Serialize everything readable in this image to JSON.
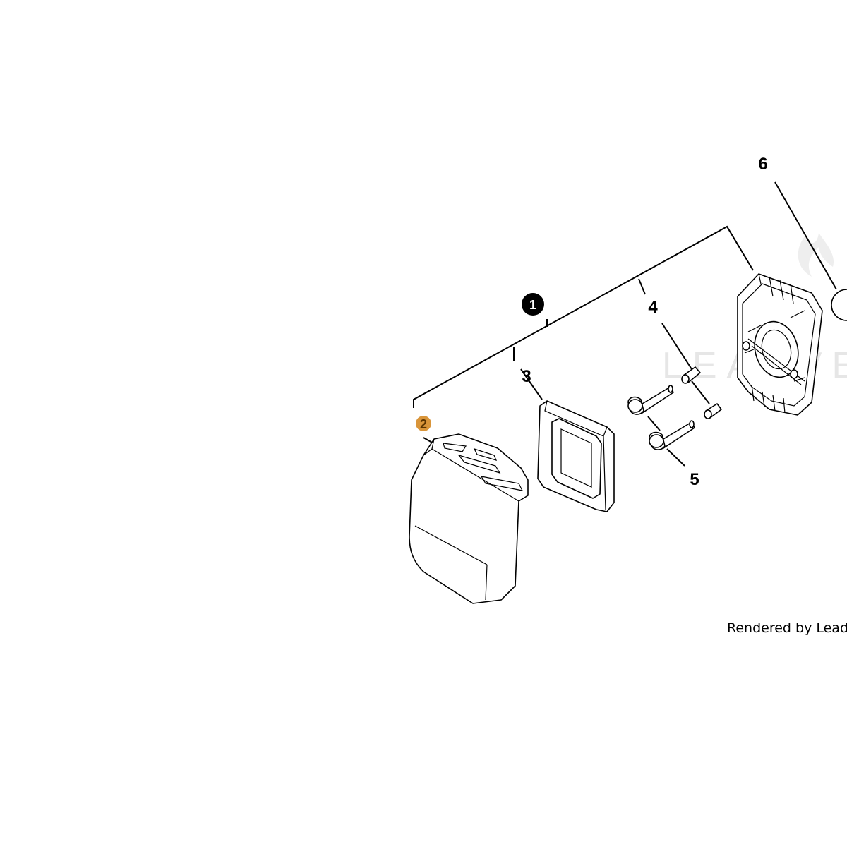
{
  "callouts": {
    "c1": "1",
    "c2": "2",
    "c3": "3",
    "c4": "4",
    "c5": "5",
    "c6": "6"
  },
  "watermark": "LEADVENT",
  "credit": "Rendered by LeadVent",
  "colors": {
    "highlight": "#d9953a",
    "filled_callout": "#000000",
    "line": "#000000",
    "watermark": "#e6e6e6"
  }
}
